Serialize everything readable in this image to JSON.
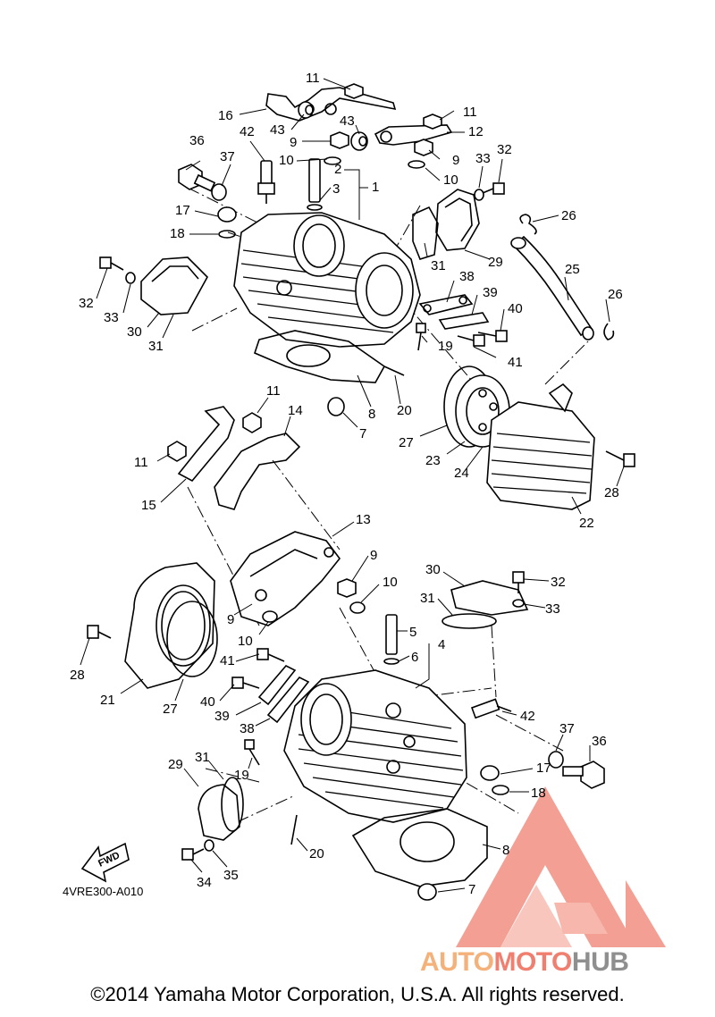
{
  "diagram": {
    "drawing_code": "4VRE300-A010",
    "fwd_label": "FWD",
    "copyright": "©2014 Yamaha Motor Corporation, U.S.A. All rights reserved.",
    "watermark": {
      "part1": "AUTO",
      "part2": "MOTO",
      "part3": "HUB",
      "colors": {
        "triangle": "#f07f6f",
        "auto": "#f4b27a",
        "moto": "#f07f6f",
        "hub": "#8f8f8f"
      }
    },
    "callouts": [
      {
        "id": "c11a",
        "text": "11"
      },
      {
        "id": "c16",
        "text": "16"
      },
      {
        "id": "c43a",
        "text": "43"
      },
      {
        "id": "c43b",
        "text": "43"
      },
      {
        "id": "c11b",
        "text": "11"
      },
      {
        "id": "c12",
        "text": "12"
      },
      {
        "id": "c9a",
        "text": "9"
      },
      {
        "id": "c9b",
        "text": "9"
      },
      {
        "id": "c36a",
        "text": "36"
      },
      {
        "id": "c42a",
        "text": "42"
      },
      {
        "id": "c37a",
        "text": "37"
      },
      {
        "id": "c10a",
        "text": "10"
      },
      {
        "id": "c2",
        "text": "2"
      },
      {
        "id": "c1",
        "text": "1"
      },
      {
        "id": "c3",
        "text": "3"
      },
      {
        "id": "c10b",
        "text": "10"
      },
      {
        "id": "c33a",
        "text": "33"
      },
      {
        "id": "c32a",
        "text": "32"
      },
      {
        "id": "c26a",
        "text": "26"
      },
      {
        "id": "c17a",
        "text": "17"
      },
      {
        "id": "c18a",
        "text": "18"
      },
      {
        "id": "c32b",
        "text": "32"
      },
      {
        "id": "c33b",
        "text": "33"
      },
      {
        "id": "c30a",
        "text": "30"
      },
      {
        "id": "c31a",
        "text": "31"
      },
      {
        "id": "c31b",
        "text": "31"
      },
      {
        "id": "c29a",
        "text": "29"
      },
      {
        "id": "c25",
        "text": "25"
      },
      {
        "id": "c26b",
        "text": "26"
      },
      {
        "id": "c38a",
        "text": "38"
      },
      {
        "id": "c39a",
        "text": "39"
      },
      {
        "id": "c40a",
        "text": "40"
      },
      {
        "id": "c19a",
        "text": "19"
      },
      {
        "id": "c41a",
        "text": "41"
      },
      {
        "id": "c20a",
        "text": "20"
      },
      {
        "id": "c8a",
        "text": "8"
      },
      {
        "id": "c7a",
        "text": "7"
      },
      {
        "id": "c11c",
        "text": "11"
      },
      {
        "id": "c14",
        "text": "14"
      },
      {
        "id": "c11d",
        "text": "11"
      },
      {
        "id": "c15",
        "text": "15"
      },
      {
        "id": "c27a",
        "text": "27"
      },
      {
        "id": "c23",
        "text": "23"
      },
      {
        "id": "c24",
        "text": "24"
      },
      {
        "id": "c28a",
        "text": "28"
      },
      {
        "id": "c22",
        "text": "22"
      },
      {
        "id": "c13",
        "text": "13"
      },
      {
        "id": "c9c",
        "text": "9"
      },
      {
        "id": "c10c",
        "text": "10"
      },
      {
        "id": "c30b",
        "text": "30"
      },
      {
        "id": "c32c",
        "text": "32"
      },
      {
        "id": "c31c",
        "text": "31"
      },
      {
        "id": "c33c",
        "text": "33"
      },
      {
        "id": "c9d",
        "text": "9"
      },
      {
        "id": "c10d",
        "text": "10"
      },
      {
        "id": "c5",
        "text": "5"
      },
      {
        "id": "c4",
        "text": "4"
      },
      {
        "id": "c6",
        "text": "6"
      },
      {
        "id": "c28b",
        "text": "28"
      },
      {
        "id": "c41b",
        "text": "41"
      },
      {
        "id": "c21",
        "text": "21"
      },
      {
        "id": "c27b",
        "text": "27"
      },
      {
        "id": "c40b",
        "text": "40"
      },
      {
        "id": "c39b",
        "text": "39"
      },
      {
        "id": "c38b",
        "text": "38"
      },
      {
        "id": "c42b",
        "text": "42"
      },
      {
        "id": "c37b",
        "text": "37"
      },
      {
        "id": "c36b",
        "text": "36"
      },
      {
        "id": "c29b",
        "text": "29"
      },
      {
        "id": "c31d",
        "text": "31"
      },
      {
        "id": "c19b",
        "text": "19"
      },
      {
        "id": "c17b",
        "text": "17"
      },
      {
        "id": "c18b",
        "text": "18"
      },
      {
        "id": "c20b",
        "text": "20"
      },
      {
        "id": "c8b",
        "text": "8"
      },
      {
        "id": "c34",
        "text": "34"
      },
      {
        "id": "c35",
        "text": "35"
      },
      {
        "id": "c7b",
        "text": "7"
      }
    ]
  }
}
